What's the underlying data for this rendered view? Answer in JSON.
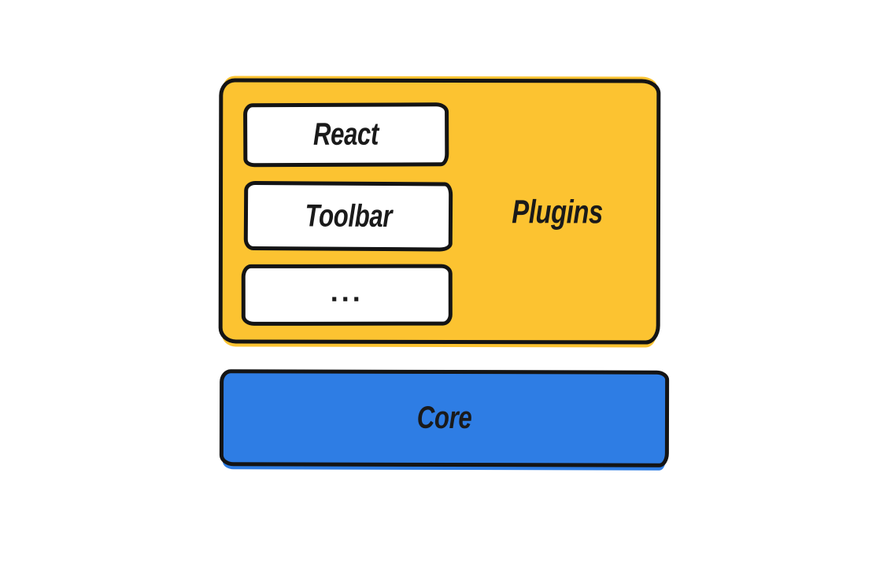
{
  "colors": {
    "plugins_fill": "#FCC331",
    "core_fill": "#2E7DE4",
    "stroke": "#141414",
    "inner_box_fill": "#FFFFFF",
    "text": "#1A1A1A",
    "background": "#FFFFFF"
  },
  "diagram": {
    "plugins_group": {
      "label": "Plugins",
      "children": [
        {
          "label": "React"
        },
        {
          "label": "Toolbar"
        },
        {
          "label": "..."
        }
      ]
    },
    "core_block": {
      "label": "Core"
    }
  }
}
